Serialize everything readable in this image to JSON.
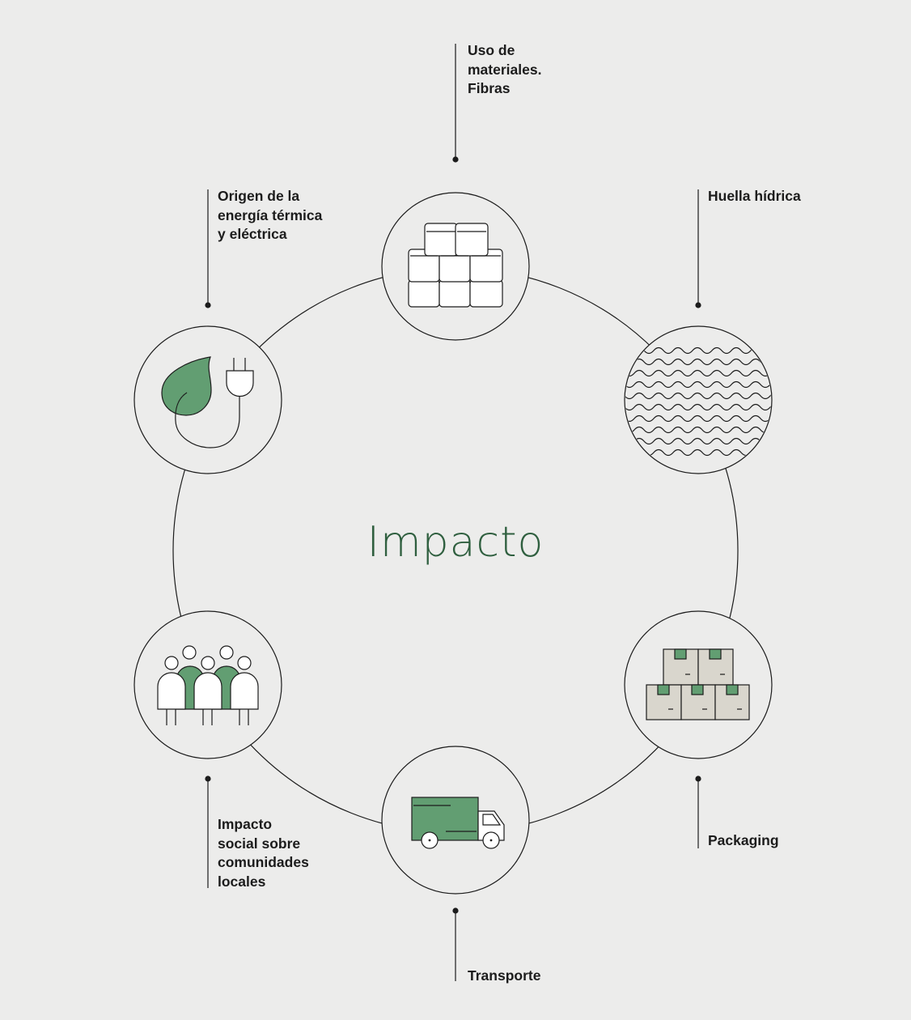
{
  "diagram": {
    "title": "Impacto",
    "nodes": [
      {
        "id": "materials",
        "icon": "fiber-blocks-icon",
        "label_lines": [
          "Uso de",
          "materiales.",
          "Fibras"
        ]
      },
      {
        "id": "water",
        "icon": "water-waves-icon",
        "label_lines": [
          "Huella hídrica"
        ]
      },
      {
        "id": "packaging",
        "icon": "boxes-icon",
        "label_lines": [
          "Packaging"
        ]
      },
      {
        "id": "transport",
        "icon": "truck-icon",
        "label_lines": [
          "Transporte"
        ]
      },
      {
        "id": "social",
        "icon": "people-icon",
        "label_lines": [
          "Impacto",
          "social sobre",
          "comunidades",
          "locales"
        ]
      },
      {
        "id": "energy",
        "icon": "leaf-plug-icon",
        "label_lines": [
          "Origen de la",
          "energía térmica",
          "y eléctrica"
        ]
      }
    ]
  },
  "colors": {
    "background": "#ececeb",
    "line": "#1c1c1c",
    "accent_green": "#629e72",
    "title_green": "#2f5f3f",
    "box_fill": "#d9d6cd"
  }
}
